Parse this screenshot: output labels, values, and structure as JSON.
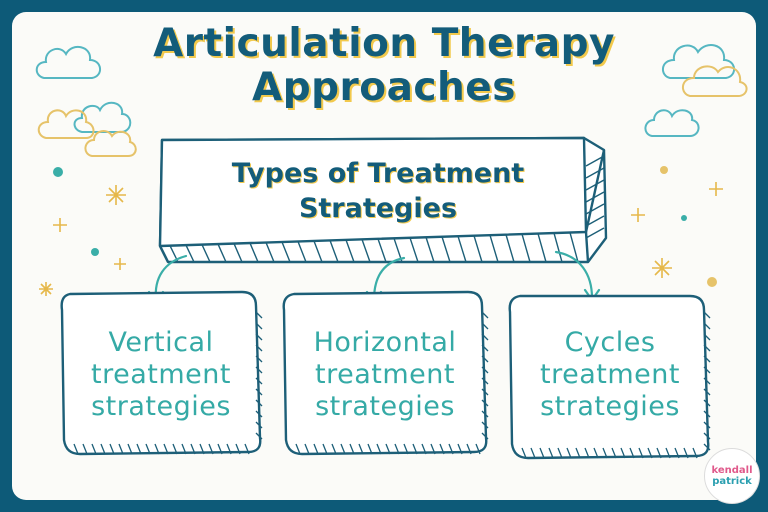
{
  "title": {
    "line1": "Articulation Therapy",
    "line2": "Approaches"
  },
  "topic": {
    "line1": "Types of Treatment",
    "line2": "Strategies"
  },
  "boxes": [
    {
      "line1": "Vertical",
      "line2": "treatment",
      "line3": "strategies"
    },
    {
      "line1": "Horizontal",
      "line2": "treatment",
      "line3": "strategies"
    },
    {
      "line1": "Cycles",
      "line2": "treatment",
      "line3": "strategies"
    }
  ],
  "logo": {
    "line1": "kendall",
    "line2": "patrick"
  },
  "colors": {
    "border": "#0d5a78",
    "title": "#135c7a",
    "title_shadow": "#f2c94c",
    "box_text": "#35aaa6",
    "outline": "#1d5f78",
    "arrow": "#3aaea8",
    "cloud_teal": "#56b7c2",
    "cloud_gold": "#e6c36a"
  }
}
